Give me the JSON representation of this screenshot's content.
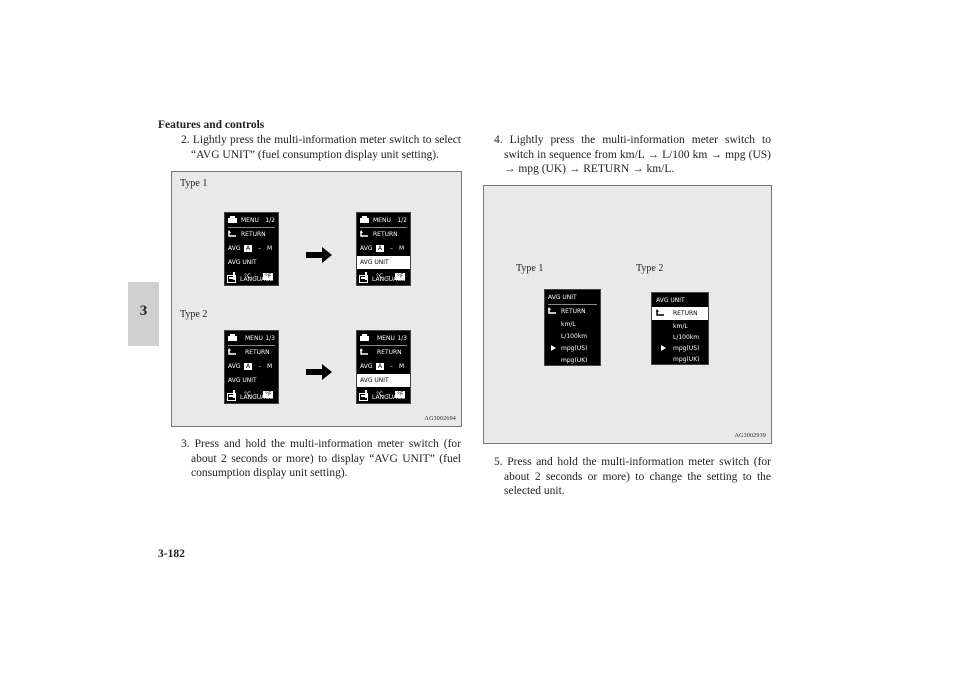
{
  "header": "Features and controls",
  "footer": "3-182",
  "tab_number": "3",
  "steps": {
    "s2": "2. Lightly press the multi-information meter switch to select “AVG UNIT” (fuel consumption display unit setting).",
    "s3": "3. Press and hold the multi-information meter switch (for about 2 seconds or more) to display “AVG UNIT” (fuel consumption display unit setting).",
    "s4": "4. Lightly press the multi-information meter switch to switch in sequence from km/L → L/100 km → mpg (US) → mpg (UK) → RETURN → km/L.",
    "s5": "5. Press and hold the multi-information meter switch (for about 2 seconds or more) to change the setting to the selected unit."
  },
  "figure1": {
    "type1_label": "Type 1",
    "type2_label": "Type 2",
    "code": "AG3002694",
    "menu": {
      "menu": "MENU",
      "page_t1": "1/2",
      "page_t2": "1/3",
      "return": "RETURN",
      "avg_t1": "AVG",
      "avg_t2": "AVG",
      "avg_box": "A",
      "avg_sep": "–",
      "avg_m": "M",
      "unit_t1": "AVG UNIT",
      "unit_t2": "AVG UNIT",
      "temp_c": "°C",
      "temp_sep": "–",
      "temp_f": "°F",
      "language": "LANGUAGE"
    }
  },
  "figure2": {
    "type1_label": "Type 1",
    "type2_label": "Type 2",
    "code": "AG3002939",
    "list": {
      "title": "AVG UNIT",
      "return": "RETURN",
      "kml": "km/L",
      "l100": "L/100km",
      "mpgus": "mpg(US)",
      "mpguk": "mpg(UK)"
    }
  }
}
